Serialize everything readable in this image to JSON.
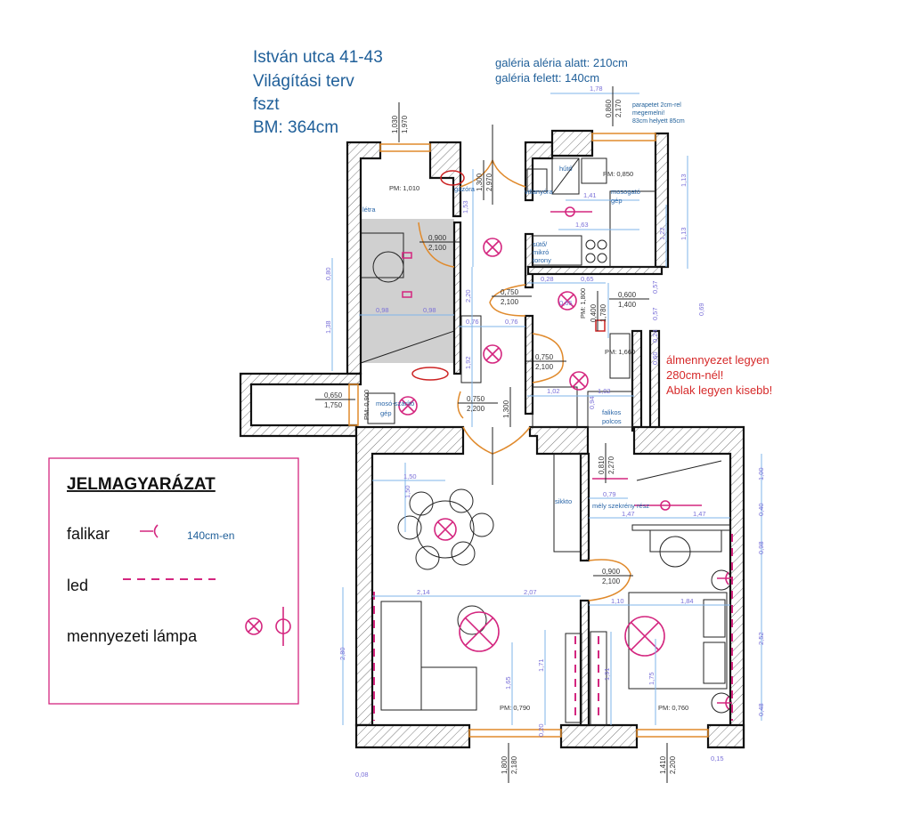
{
  "header": {
    "lines": [
      "István utca 41-43",
      "Világítási terv",
      "fszt",
      "BM: 364cm"
    ]
  },
  "gallery_notes": [
    "galéria aléria alatt: 210cm",
    "galéria felett: 140cm"
  ],
  "parapet_note": [
    "parapetet 2cm-rel",
    "megemelni!",
    "83cm helyett 85cm"
  ],
  "ceiling_note": [
    "álmennyezet legyen",
    "280cm-nél!",
    "Ablak legyen kisebb!"
  ],
  "rooms": {
    "pm_1010": "PM: 1,010",
    "gazora": "gázóra",
    "letra": "létra",
    "villanyora": "villanyóra",
    "huto": "hűtő",
    "pm_0850": "PM: 0,850",
    "mosogatogep_1": "mosogató",
    "mosogatogep_2": "gép",
    "suto_1": "sütő/",
    "suto_2": "mikró",
    "suto_3": "torony",
    "pm_1800": "PM: 1,800",
    "pm_1660": "PM: 1,660",
    "pm_0900": "PM: 0,900",
    "moso_1": "mosó-szárító",
    "moso_2": "gép",
    "polc_1": "falikos",
    "polc_2": "polcos",
    "mely": "mély szekrény rész",
    "sikkto": "sikkto",
    "pm_0790": "PM: 0,790",
    "pm_0760": "PM: 0,760"
  },
  "doors": [
    [
      "1,030",
      "1,970"
    ],
    [
      "1,300",
      "2,970"
    ],
    [
      "0,860",
      "2,170"
    ],
    [
      "0,900",
      "2,100"
    ],
    [
      "0,750",
      "2,100"
    ],
    [
      "0,600",
      "1,400"
    ],
    [
      "0,400",
      "1,780"
    ],
    [
      "0,750",
      "2,100"
    ],
    [
      "0,650",
      "1,750"
    ],
    [
      "0,750",
      "2,200"
    ],
    [
      "1,300",
      ""
    ],
    [
      "0,900",
      "2,100"
    ],
    [
      "1,800",
      "2,180"
    ],
    [
      "1,410",
      "2,200"
    ],
    [
      "0,810",
      "2,270"
    ]
  ],
  "dimensions": [
    "1,78",
    "1,53",
    "1,41",
    "1,63",
    "1,13",
    "1,13",
    "1,22",
    "0,80",
    "1,38",
    "0,98",
    "0,98",
    "2,20",
    "0,76",
    "0,76",
    "0,28",
    "0,65",
    "0,65",
    "0,57",
    "0,57",
    "0,69",
    "1,92",
    "1,02",
    "1,02",
    "0,94",
    "0,60",
    "0,24",
    "1,50",
    "1,50",
    "0,79",
    "1,47",
    "1,47",
    "2,14",
    "2,07",
    "1,10",
    "1,84",
    "1,65",
    "1,71",
    "1,91",
    "1,75",
    "0,20",
    "1,00",
    "0,40",
    "0,98",
    "2,52",
    "0,48",
    "2,80",
    "0,15",
    "0,08"
  ],
  "legend": {
    "title": "JELMAGYARÁZAT",
    "items": [
      {
        "label": "falikar",
        "note": "140cm-en",
        "icon": "wall-lamp-icon"
      },
      {
        "label": "led",
        "icon": "led-strip-icon"
      },
      {
        "label": "mennyezeti lámpa",
        "icon": "ceiling-lamp-icon"
      }
    ]
  },
  "colors": {
    "lamp": "#d4267f",
    "window": "#e08a2c",
    "dimension": "#7fb4ea",
    "text": "#1f5f99",
    "warning": "#d62a2a"
  }
}
